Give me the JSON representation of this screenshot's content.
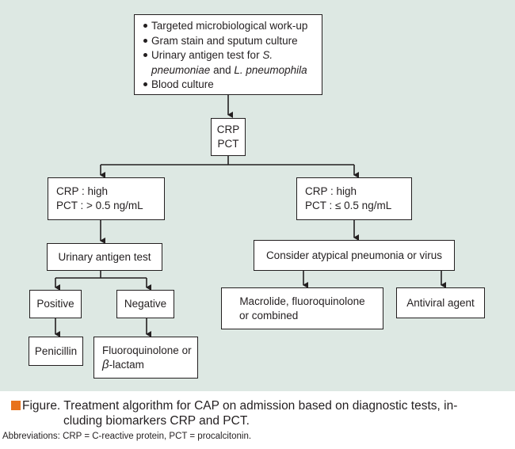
{
  "top_box": {
    "items": [
      "Targeted microbiological work-up",
      "Gram stain and sputum culture",
      "Urinary antigen test for",
      "Blood culture"
    ],
    "urinary_species_1": "S.",
    "urinary_line2_species_a": "pneumoniae",
    "urinary_line2_and": "and",
    "urinary_line2_species_b": "L. pneumophila"
  },
  "crp_pct_box": {
    "line1": "CRP",
    "line2": "PCT"
  },
  "left_branch": {
    "line1": "CRP : high",
    "line2": "PCT : > 0.5 ng/mL",
    "urinary_test": "Urinary antigen test",
    "positive": "Positive",
    "negative": "Negative",
    "penicillin": "Penicillin",
    "fluoro_line1": "Fluoroquinolone or",
    "fluoro_beta": "β",
    "fluoro_line2": "-lactam"
  },
  "right_branch": {
    "line1": "CRP : high",
    "line2": "PCT : ≤ 0.5 ng/mL",
    "atypical": "Consider atypical pneumonia or virus",
    "macrolide_line1": "Macrolide, fluoroquinolone",
    "macrolide_line2": "or combined",
    "antiviral": "Antiviral agent"
  },
  "caption": {
    "label": "Figure. Treatment algorithm for CAP on admission based on diagnostic tests, in-",
    "label_line2": "cluding biomarkers CRP and PCT.",
    "abbreviations": "Abbreviations: CRP = C-reactive protein, PCT = procalcitonin."
  },
  "colors": {
    "panel": "#dde8e3",
    "accent": "#e8731d",
    "ink": "#231f20"
  }
}
